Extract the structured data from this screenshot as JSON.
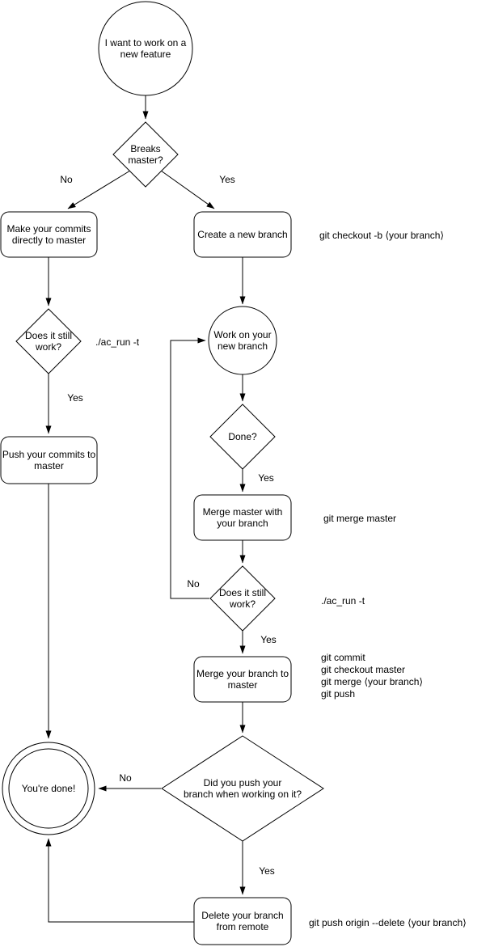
{
  "nodes": {
    "start": "I want to work on a\nnew feature",
    "breaks_master": "Breaks\nmaster?",
    "make_commits": "Make your commits\ndirectly to master",
    "create_branch": "Create a new branch",
    "still_work_left": "Does it still\nwork?",
    "push_commits": "Push your commits to\nmaster",
    "work_branch": "Work on your\nnew branch",
    "done_q": "Done?",
    "merge_master": "Merge master with\nyour branch",
    "still_work_right": "Does it still\nwork?",
    "merge_to_master": "Merge your branch to\nmaster",
    "did_push": "Did you push your\nbranch when working on it?",
    "youre_done": "You're done!",
    "delete_remote": "Delete your branch\nfrom remote"
  },
  "edge_labels": {
    "breaks_no": "No",
    "breaks_yes": "Yes",
    "still_left_yes": "Yes",
    "done_yes": "Yes",
    "still_right_no": "No",
    "still_right_yes": "Yes",
    "did_push_no": "No",
    "did_push_yes": "Yes"
  },
  "annotations": {
    "checkout_cmd": "git checkout -b ⟨your branch⟩",
    "ac_run_left": "./ac_run -t",
    "merge_master_cmd": "git merge master",
    "ac_run_right": "./ac_run -t",
    "merge_push_cmds": "git commit\ngit checkout master\ngit merge ⟨your branch⟩\ngit push",
    "delete_cmd": "git push origin --delete ⟨your branch⟩"
  }
}
